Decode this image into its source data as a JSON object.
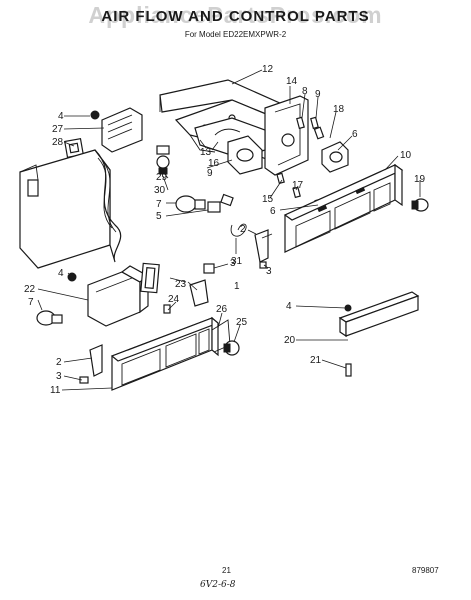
{
  "header": {
    "title": "AIR FLOW AND CONTROL PARTS",
    "model": "For Model ED22EMXPWR-2",
    "watermark": "AppliancePartsPros.com"
  },
  "footer": {
    "page_number": "21",
    "catalog_number": "879807",
    "handwritten_note": "6V2-6-8"
  },
  "callouts": [
    "1",
    "2",
    "3",
    "4",
    "5",
    "6",
    "7",
    "8",
    "9",
    "10",
    "11",
    "12",
    "13",
    "14",
    "15",
    "16",
    "17",
    "18",
    "19",
    "20",
    "21",
    "22",
    "23",
    "24",
    "25",
    "26",
    "27",
    "28",
    "29",
    "30",
    "31"
  ]
}
